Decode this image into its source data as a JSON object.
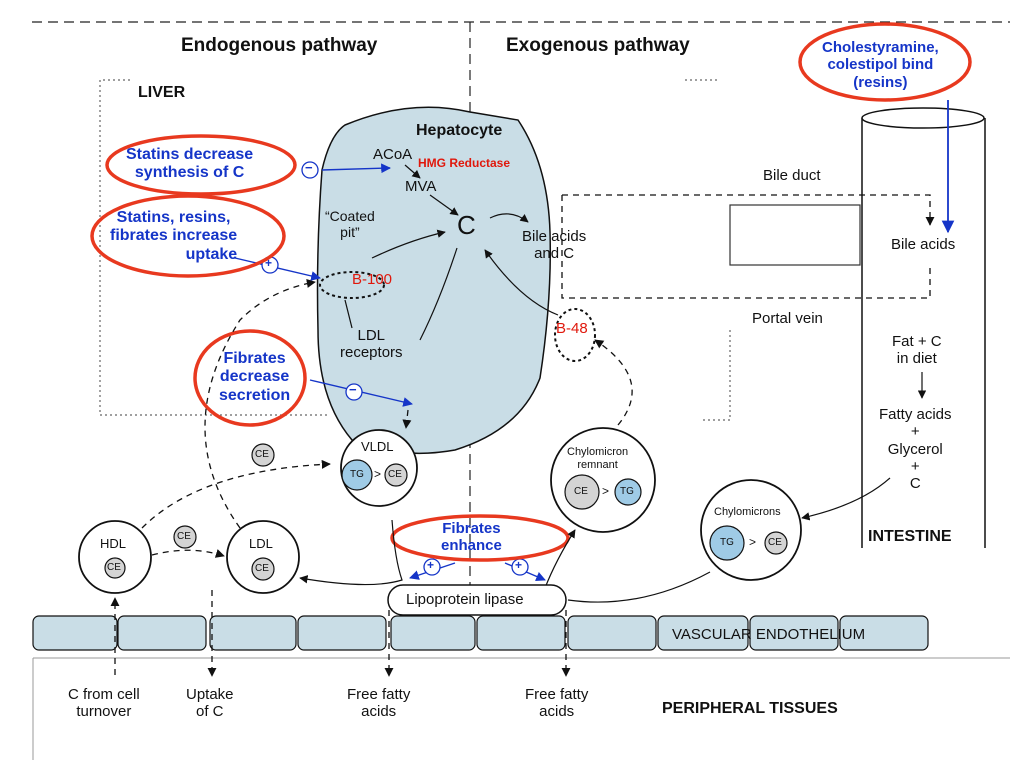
{
  "headers": {
    "endogenous": "Endogenous pathway",
    "exogenous": "Exogenous pathway"
  },
  "organs": {
    "liver": "LIVER",
    "intestine": "INTESTINE",
    "hepatocyte": "Hepatocyte",
    "vascular_endothelium": "VASCULAR ENDOTHELIUM",
    "peripheral_tissues": "PERIPHERAL TISSUES"
  },
  "drug_notes": {
    "statins_decrease_1": "Statins decrease",
    "statins_decrease_2": "synthesis of C",
    "statins_uptake_1": "Statins, resins,",
    "statins_uptake_2": "fibrates increase",
    "statins_uptake_3": "uptake",
    "fibrates_secretion_1": "Fibrates",
    "fibrates_secretion_2": "decrease",
    "fibrates_secretion_3": "secretion",
    "resins_1": "Cholestyramine,",
    "resins_2": "colestipol bind",
    "resins_3": "(resins)",
    "fibrates_enhance_1": "Fibrates",
    "fibrates_enhance_2": "enhance"
  },
  "hepatocyte_labels": {
    "acoa": "ACoA",
    "hmg_reductase": "HMG Reductase",
    "mva": "MVA",
    "c": "C",
    "coated_pit_1": "“Coated",
    "coated_pit_2": "pit”",
    "bile_acids_c_1": "Bile acids",
    "bile_acids_c_2": "and C",
    "b100": "B-100",
    "b48": "B-48",
    "ldl_receptors_1": "LDL",
    "ldl_receptors_2": "receptors"
  },
  "intestine_labels": {
    "bile_duct": "Bile duct",
    "bile_acids": "Bile acids",
    "portal_vein": "Portal vein",
    "fat_c_1": "Fat + C",
    "fat_c_2": "in diet",
    "fatty_1": "Fatty acids",
    "plus1": "+",
    "glycerol": "Glycerol",
    "plus2": "+",
    "c": "C"
  },
  "lipoproteins": {
    "vldl": "VLDL",
    "tg": "TG",
    "gt": ">",
    "ce": "CE",
    "chylo_remnant_1": "Chylomicron",
    "chylo_remnant_2": "remnant",
    "chylomicrons": "Chylomicrons",
    "hdl": "HDL",
    "ldl": "LDL",
    "lipoprotein_lipase": "Lipoprotein lipase"
  },
  "bottom_labels": {
    "c_turnover_1": "C from cell",
    "c_turnover_2": "turnover",
    "uptake_1": "Uptake",
    "uptake_2": "of C",
    "ffa1_1": "Free fatty",
    "ffa1_2": "acids",
    "ffa2_1": "Free fatty",
    "ffa2_2": "acids"
  },
  "symbols": {
    "plus": "+",
    "minus": "−"
  },
  "colors": {
    "drug_text": "#1535c8",
    "highlight_ring": "#e8391f",
    "cell_fill": "#c9dde6",
    "tg_fill": "#9fcbe6",
    "ce_fill": "#d4d4d4",
    "red_label": "#e0180c"
  }
}
